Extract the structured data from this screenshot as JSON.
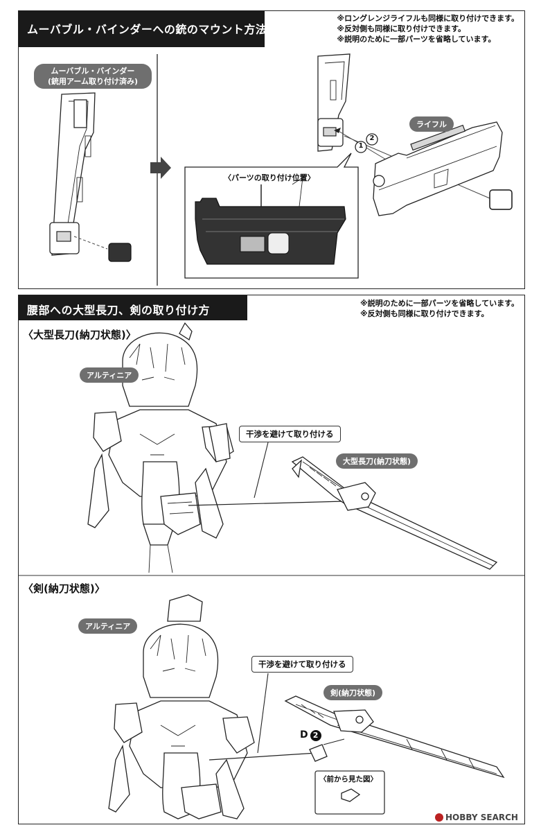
{
  "section1": {
    "title": "ムーバブル・バインダーへの銃のマウント方法",
    "notes": [
      "※ロングレンジライフルも同様に取り付けできます。",
      "※反対側も同様に取り付けできます。",
      "※説明のために一部パーツを省略しています。"
    ],
    "binder_label_line1": "ムーバブル・バインダー",
    "binder_label_line2": "(銃用アーム取り付け済み)",
    "parts_position_label": "〈パーツの取り付け位置〉",
    "rifle_label": "ライフル",
    "step1": "1",
    "step2": "2"
  },
  "section2": {
    "title": "腰部への大型長刀、剣の取り付け方",
    "notes": [
      "※説明のために一部パーツを省略しています。",
      "※反対側も同様に取り付けできます。"
    ],
    "sub1": {
      "heading": "〈大型長刀(納刀状態)〉",
      "character_label": "アルティニア",
      "callout": "干渉を避けて取り付ける",
      "weapon_label": "大型長刀(納刀状態)"
    },
    "sub2": {
      "heading": "〈剣(納刀状態)〉",
      "character_label": "アルティニア",
      "callout": "干渉を避けて取り付ける",
      "weapon_label": "剣(納刀状態)",
      "part_letter": "D",
      "part_number": "2",
      "front_view_label": "〈前から見た図〉"
    }
  },
  "watermark": "HOBBY SEARCH"
}
